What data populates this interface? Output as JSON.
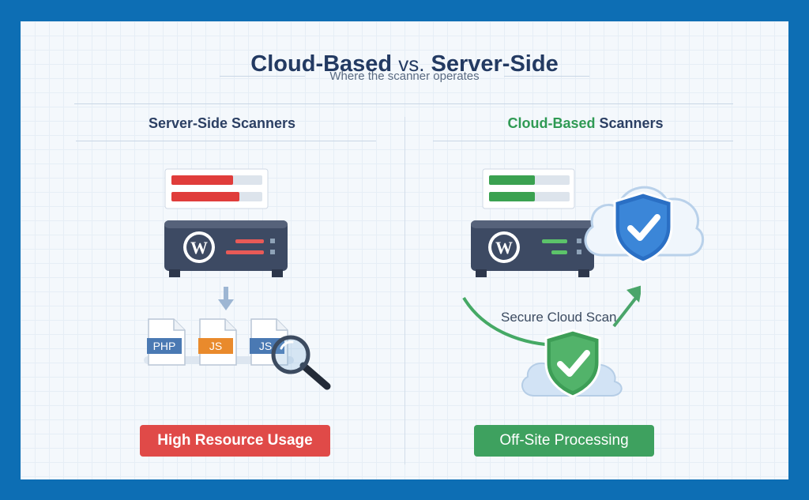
{
  "header": {
    "title_left": "Cloud-Based",
    "title_vs": "vs.",
    "title_right": "Server-Side",
    "subtitle": "Where the scanner operates"
  },
  "left": {
    "heading": "Server-Side Scanners",
    "files": [
      "PHP",
      "JS",
      "JS"
    ],
    "badge": "High Resource Usage",
    "color": "#e04a48"
  },
  "right": {
    "heading_accent": "Cloud-Based",
    "heading_rest": " Scanners",
    "scan_label": "Secure Cloud Scan",
    "badge": "Off-Site Processing",
    "color": "#3ea15f"
  },
  "icons": [
    "wordpress-icon",
    "server-icon",
    "file-icon",
    "magnifier-icon",
    "cloud-icon",
    "shield-check-icon",
    "arrow-icon"
  ]
}
